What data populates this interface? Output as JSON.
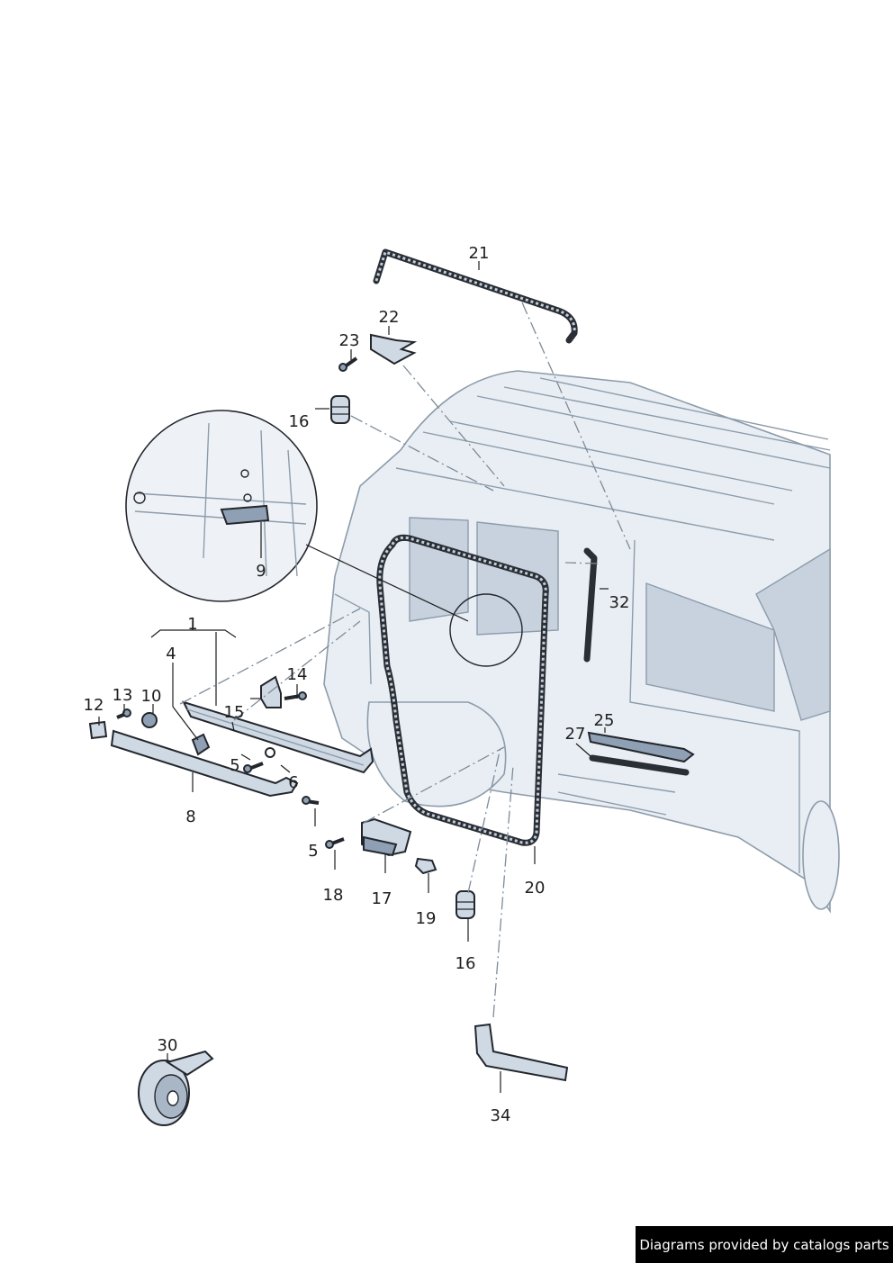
{
  "diagram": {
    "callouts": [
      "21",
      "22",
      "23",
      "16",
      "9",
      "32",
      "1",
      "4",
      "14",
      "13",
      "10",
      "12",
      "15",
      "25",
      "27",
      "5",
      "6",
      "8",
      "5",
      "18",
      "17",
      "19",
      "20",
      "16",
      "30",
      "34"
    ]
  },
  "footer": {
    "credit": "Diagrams provided by catalogs parts"
  }
}
